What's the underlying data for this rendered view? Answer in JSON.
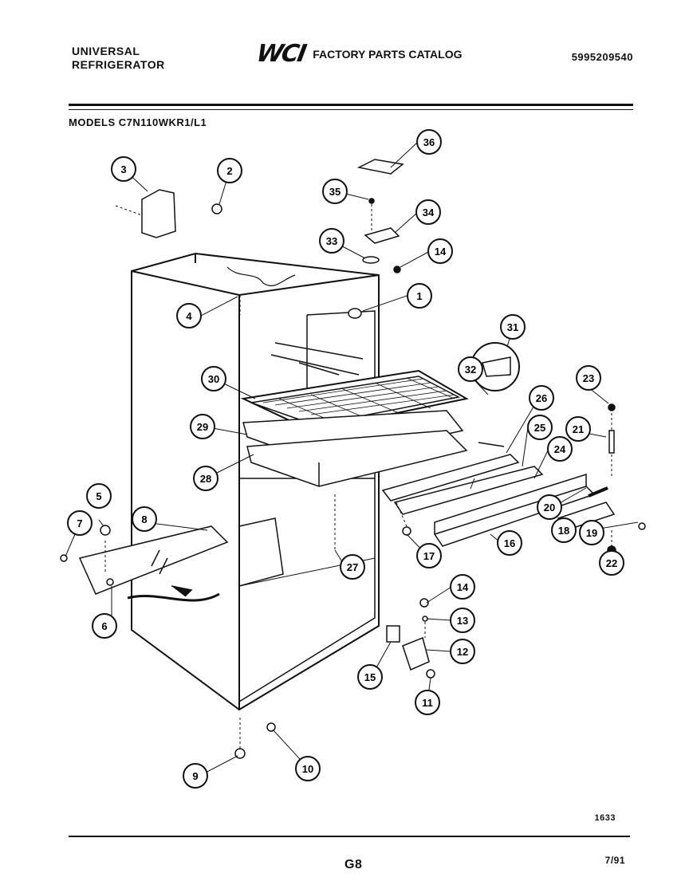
{
  "header": {
    "brand_line1": "UNIVERSAL",
    "brand_line2": "REFRIGERATOR",
    "logo": "WCI",
    "catalog_title": "FACTORY PARTS CATALOG",
    "part_number": "5995209540",
    "models": "MODELS C7N110WKR1/L1"
  },
  "callouts": [
    "1",
    "2",
    "3",
    "4",
    "5",
    "6",
    "7",
    "8",
    "9",
    "10",
    "11",
    "12",
    "13",
    "14",
    "14",
    "15",
    "16",
    "17",
    "18",
    "19",
    "20",
    "21",
    "22",
    "23",
    "24",
    "25",
    "26",
    "27",
    "28",
    "29",
    "30",
    "31",
    "32",
    "33",
    "34",
    "35",
    "36"
  ],
  "footer": {
    "code": "1633",
    "page": "G8",
    "date": "7/91"
  }
}
